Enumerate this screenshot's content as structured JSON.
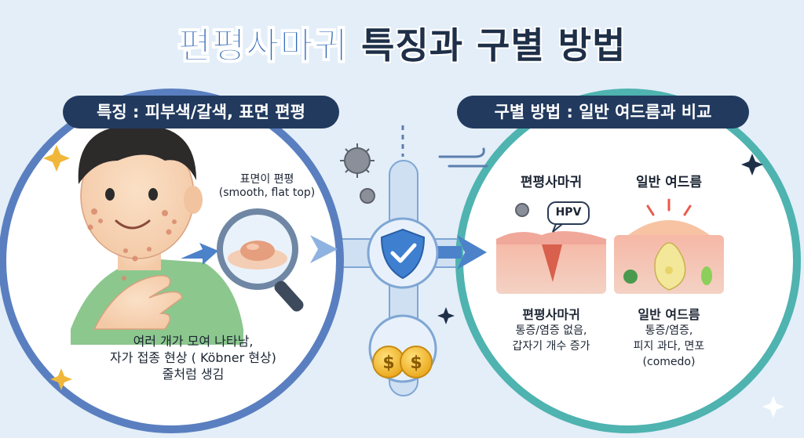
{
  "title": {
    "highlight": "편평사마귀",
    "rest": "특징과 구별 방법"
  },
  "left": {
    "pill": "특징 : 피부색/갈색, 표면 편평",
    "magnifier_label_1": "표면이 편평",
    "magnifier_label_2": "(smooth, flat top)",
    "desc_1": "여러 개가 모여 나타남,",
    "desc_2": "자가 접종 현상 ( Köbner 현상)",
    "desc_3": "줄처럼 생김"
  },
  "right": {
    "pill": "구별 방법 : 일반 여드름과 비교",
    "wart_heading": "편평사마귀",
    "acne_heading": "일반 여드름",
    "hpv_label": "HPV",
    "wart_title": "편평사마귀",
    "wart_desc_1": "통증/염증 없음,",
    "wart_desc_2": "갑자기 개수 증가",
    "acne_title": "일반 여드름",
    "acne_desc_1": "통증/염증,",
    "acne_desc_2": "피지 과다, 면포",
    "acne_desc_3": "(comedo)"
  },
  "icons": [
    "virus-icon",
    "shield-check-icon",
    "coin-icon",
    "wind-icon",
    "sparkle-icon",
    "magnifier-icon",
    "arrow-icon"
  ],
  "colors": {
    "title_blue": "#2f67b8",
    "pill_navy": "#223a5e",
    "ring_left": "#5a7fc0",
    "ring_right": "#4fb3b0",
    "shield": "#3f7fd0",
    "coin": "#f1b62b"
  }
}
